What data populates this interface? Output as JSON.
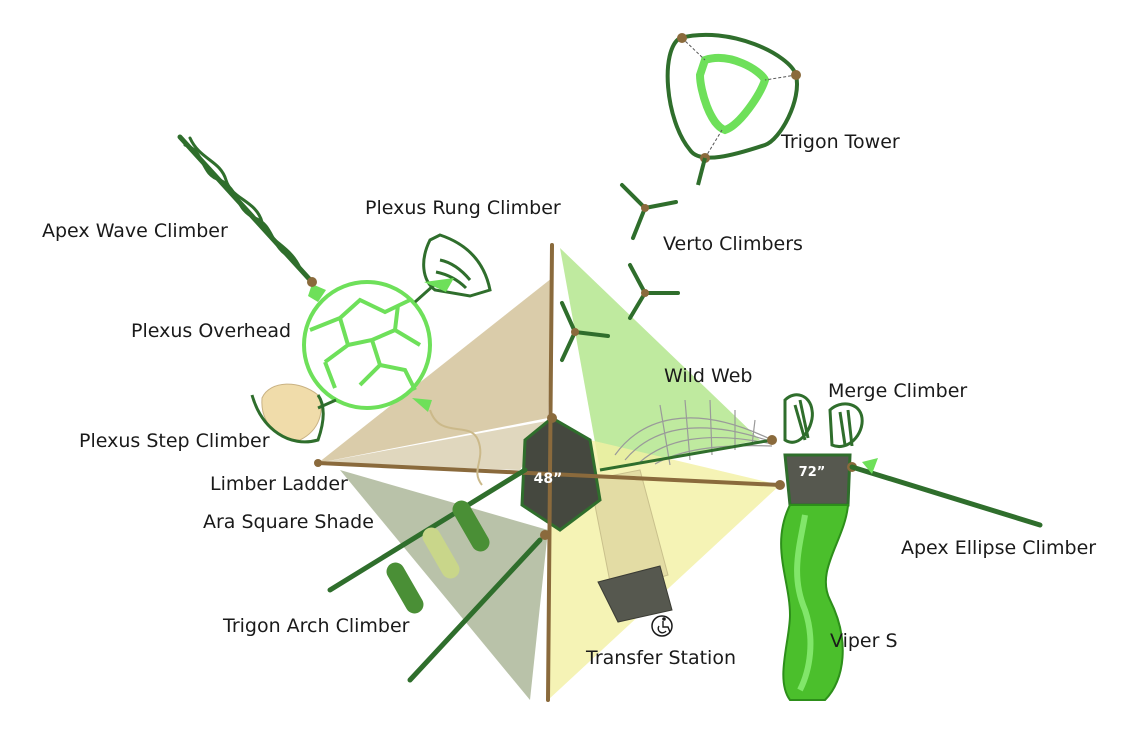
{
  "labels": {
    "trigon_tower": "Trigon Tower",
    "verto_climbers": "Verto Climbers",
    "apex_wave_climber": "Apex Wave Climber",
    "plexus_rung_climber": "Plexus Rung Climber",
    "plexus_overhead": "Plexus Overhead",
    "wild_web": "Wild Web",
    "merge_climber": "Merge Climber",
    "plexus_step_climber": "Plexus Step Climber",
    "limber_ladder": "Limber Ladder",
    "ara_square_shade": "Ara Square Shade",
    "apex_ellipse_climber": "Apex Ellipse Climber",
    "trigon_arch_climber": "Trigon Arch Climber",
    "viper_s": "Viper S",
    "transfer_station": "Transfer Station"
  },
  "deck_heights": {
    "main_deck": "48”",
    "slide_deck": "72”"
  },
  "icons": {
    "accessibility": "wheelchair-accessibility-icon"
  },
  "colors": {
    "post_brown": "#8a6a3c",
    "dark_green": "#2f6e2c",
    "bright_green": "#6ee05a",
    "shade_tan": "#cdbb8e",
    "shade_green": "#a9e37f",
    "shade_olive": "#7f8f63",
    "shade_yellow": "#f2f0a2"
  }
}
